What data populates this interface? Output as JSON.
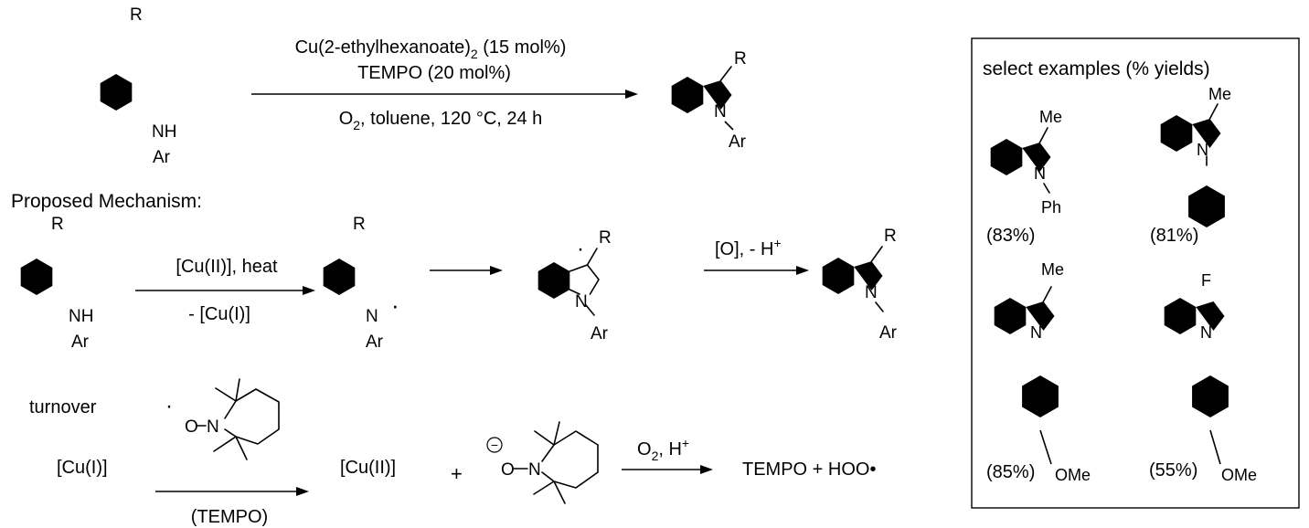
{
  "reaction": {
    "reagents": {
      "catalyst_main": "Cu(2-ethylhexanoate)",
      "catalyst_sub": "2",
      "catalyst_tail": " (15 mol%)",
      "cocatalyst": "TEMPO (20 mol%)",
      "cond_o": "O",
      "cond_sub": "2",
      "cond_tail": ", toluene, 120 °C, 24 h"
    }
  },
  "mechanism": {
    "title": "Proposed Mechanism:",
    "step1_top": "[Cu(II)], heat",
    "step1_bottom": "- [Cu(I)]",
    "step3_top": "[O], - H",
    "step3_sup": "+"
  },
  "turnover": {
    "label": "turnover",
    "cu_i": "[Cu(I)]",
    "tempo_label": "(TEMPO)",
    "cu_ii": "[Cu(II)]",
    "plus": "+",
    "arrow_top": "O",
    "arrow_sub": "2",
    "arrow_tail": ", H",
    "arrow_sup": "+",
    "product": "TEMPO + HOO•"
  },
  "atoms": {
    "R": "R",
    "N": "N",
    "NH": "NH",
    "Ar": "Ar",
    "O": "O",
    "Me": "Me",
    "Ph": "Ph",
    "F": "F",
    "OMe": "OMe",
    "radical": "·",
    "minus": "−"
  },
  "examples": {
    "title": "select examples (% yields)",
    "yields": [
      "(83%)",
      "(81%)",
      "(85%)",
      "(55%)"
    ]
  }
}
